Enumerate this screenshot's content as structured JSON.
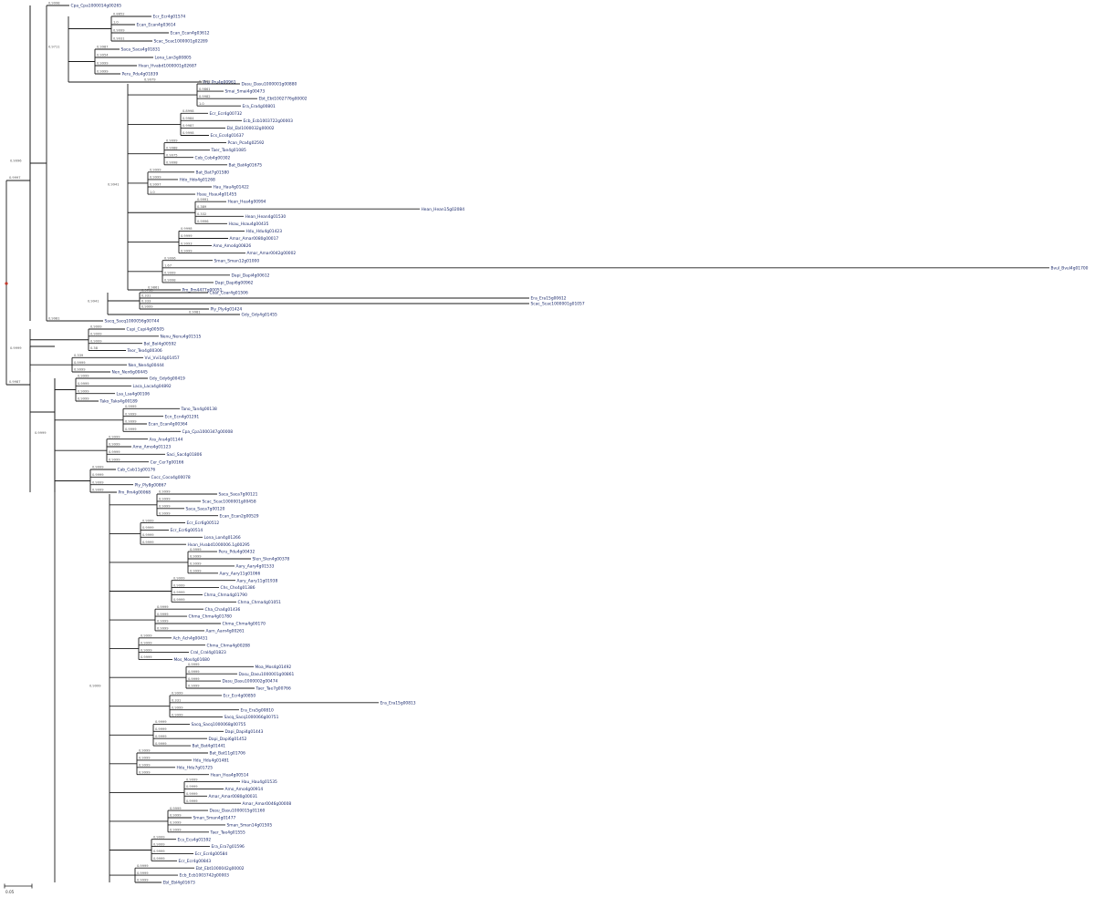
{
  "tree": {
    "line_color": "#1a1a1a",
    "leaf_color": "#1b2a6b",
    "support_color": "#555555",
    "root_marker_color": "#c0392b",
    "scale_bar_label": "0.05",
    "clades": [
      {
        "id": "c1",
        "support": "0.9996",
        "leaves": [
          {
            "label": "Cpa_Cpa1000014g00265",
            "support": "0.9998"
          },
          {
            "label": "Sacq_Sacq1000056g00744",
            "support": "0.9981"
          }
        ]
      },
      {
        "id": "c2",
        "support": "0.9711",
        "leaves": [
          {
            "label": "Ecr_Ecr4g01574",
            "support": "0.8852"
          },
          {
            "label": "Ecan_Ecan4g03614",
            "support": "1.0"
          },
          {
            "label": "Ecan_Ecan4g03612",
            "support": "0.9999"
          },
          {
            "label": "Scac_Scac1000001g02289",
            "support": "0.9931"
          },
          {
            "label": "Saca_Saca4g01831",
            "support": "0.9987"
          },
          {
            "label": "Lona_Lon3g00805",
            "support": "0.9954"
          },
          {
            "label": "Hvan_Hvabd1000001g02687",
            "support": "0.9999"
          },
          {
            "label": "Peru_Pdu4g01839",
            "support": "0.9999"
          },
          {
            "label": "Pru_Pru4g00961",
            "support": "0.9979"
          }
        ]
      },
      {
        "id": "c3",
        "support": "0.9941",
        "leaves": [
          {
            "label": "Dasu_Dasu1000001g00880",
            "support": "0.9968"
          },
          {
            "label": "Smai_Smai4g00473",
            "support": "0.9861"
          },
          {
            "label": "Ebt_Ebt1002776g00002",
            "support": "0.9982"
          },
          {
            "label": "Era_Era4g00801",
            "support": "1.0"
          },
          {
            "label": "Ecr_Ecr4g00732",
            "support": "0.8998"
          },
          {
            "label": "Ecb_Ecb1003722g00003",
            "support": "0.9984"
          },
          {
            "label": "Ebl_Ebl1000032g00002",
            "support": "0.9987"
          },
          {
            "label": "Ecs_Ecs4g01637",
            "support": "0.9998"
          },
          {
            "label": "Pcan_Pca4g02592",
            "support": "0.9999"
          },
          {
            "label": "Taer_Tae4g01085",
            "support": "0.9988"
          },
          {
            "label": "Cob_Cob4g00302",
            "support": "0.9975"
          },
          {
            "label": "Bat_Bat4g01675",
            "support": "0.9998"
          },
          {
            "label": "Bat_Bat7g01580",
            "support": "0.9999"
          },
          {
            "label": "Hdo_Hdo4g01268",
            "support": "0.9999"
          },
          {
            "label": "Hau_Hau4g01422",
            "support": "0.9997"
          },
          {
            "label": "Hsau_Hsau4g01455",
            "support": "1.0"
          },
          {
            "label": "Hean_Hea4g00994",
            "support": "0.9991"
          },
          {
            "label": "Hean_Hean15g02084",
            "support": "0.389"
          },
          {
            "label": "Hean_Hean4g01530",
            "support": "0.332"
          },
          {
            "label": "Hsau_Hsau4g00435",
            "support": "0.9996"
          },
          {
            "label": "Hdu_Hdu4g01423",
            "support": "0.9998"
          },
          {
            "label": "Amar_Amar0080g00017",
            "support": "0.9999"
          },
          {
            "label": "Amo_Amo4g00826",
            "support": "0.9993"
          },
          {
            "label": "Amar_Amar0042g00002",
            "support": "0.9999"
          },
          {
            "label": "Sman_Sman12g01000",
            "support": "0.9996"
          },
          {
            "label": "Bvul_Bvul4g01700",
            "support": "1.67"
          },
          {
            "label": "Dapi_Dapi4g00612",
            "support": "0.9999"
          },
          {
            "label": "Dapi_Dapi6g00962",
            "support": "0.9998"
          },
          {
            "label": "Pm_Pm4477g00051",
            "support": "0.9861"
          }
        ]
      },
      {
        "id": "c4",
        "support": "0.9941",
        "leaves": [
          {
            "label": "Coar_Coar4g01506",
            "support": "0.9758"
          },
          {
            "label": "Era_Era15g00612",
            "support": "0.331"
          },
          {
            "label": "Scac_Scac1000001g01057",
            "support": "0.333"
          },
          {
            "label": "Ply_Ply4g01424",
            "support": "0.9999"
          },
          {
            "label": "Gdy_Gdy4g01455",
            "support": "0.9981"
          }
        ]
      },
      {
        "id": "c5",
        "support": "0.9999",
        "leaves": [
          {
            "label": "Cupi_Cupi4g00505",
            "support": "0.9999"
          },
          {
            "label": "Nenu_Nenu4g01515",
            "support": "0.9999"
          },
          {
            "label": "Bol_Bol4g00592",
            "support": "0.9999"
          },
          {
            "label": "Teor_Teo4g00306",
            "support": "0.38"
          },
          {
            "label": "Vvi_Vvi14g01457",
            "support": "0.339"
          },
          {
            "label": "Nen_Nen4g00444",
            "support": "0.9999"
          },
          {
            "label": "Nen_Nen6g00445",
            "support": "0.9999"
          }
        ]
      },
      {
        "id": "c6",
        "support": "0.9999",
        "leaves": [
          {
            "label": "Gdy_Gdy6g00419",
            "support": "0.9999"
          },
          {
            "label": "Laca_Laca4g04892",
            "support": "0.9999"
          },
          {
            "label": "Lsa_Lsa4g00106",
            "support": "0.9999"
          },
          {
            "label": "Tako_Tako4g00189",
            "support": "0.9999"
          },
          {
            "label": "Tano_Tan4g00138",
            "support": "0.9999"
          },
          {
            "label": "Ecn_Ecn4g01291",
            "support": "0.9999"
          },
          {
            "label": "Ecan_Ecan4g00364",
            "support": "0.9999"
          },
          {
            "label": "Cpa_Cpa1000347g00008",
            "support": "0.9999"
          },
          {
            "label": "Ara_Ara4g01144",
            "support": "0.9999"
          },
          {
            "label": "Amo_Amo4g01123",
            "support": "0.9999"
          },
          {
            "label": "Saci_Sac4g01806",
            "support": "0.9999"
          },
          {
            "label": "Cer_Cer7g00166",
            "support": "0.9999"
          },
          {
            "label": "Cab_Cab11g00176",
            "support": "0.9999"
          },
          {
            "label": "Cocc_Coco4g00078",
            "support": "0.9999"
          },
          {
            "label": "Ply_Ply8g00867",
            "support": "0.9999"
          },
          {
            "label": "Pm_Pm4g00068",
            "support": "0.9999"
          }
        ]
      },
      {
        "id": "c7",
        "support": "0.9999",
        "leaves": [
          {
            "label": "Saca_Saca7g00121",
            "support": "0.9999"
          },
          {
            "label": "Scac_Scac1000001g00458",
            "support": "0.9999"
          },
          {
            "label": "Saca_Saca7g00120",
            "support": "0.9999"
          },
          {
            "label": "Ecan_Ecan2g00529",
            "support": "0.9999"
          },
          {
            "label": "Ecr_Ecr6g00512",
            "support": "0.9999"
          },
          {
            "label": "Ecr_Ecr6g00514",
            "support": "0.9999"
          },
          {
            "label": "Lona_Lon4g01266",
            "support": "0.9999"
          },
          {
            "label": "Hvan_Hvabd1000006.1g00295",
            "support": "0.9999"
          },
          {
            "label": "Peru_Pdu4g00432",
            "support": "0.9999"
          },
          {
            "label": "Slen_Slen4g00378",
            "support": "0.9999"
          },
          {
            "label": "Aary_Aary4g01533",
            "support": "0.9999"
          },
          {
            "label": "Aary_Aary11g01066",
            "support": "0.9999"
          },
          {
            "label": "Aary_Aary11g01938",
            "support": "0.9999"
          },
          {
            "label": "Chs_Chs4g01386",
            "support": "0.9999"
          },
          {
            "label": "Chma_Chma4g01790",
            "support": "0.9999"
          },
          {
            "label": "Chma_Chma4g01051",
            "support": "0.9999"
          },
          {
            "label": "Cha_Cha4g01436",
            "support": "0.9999"
          },
          {
            "label": "Chma_Chma4g01780",
            "support": "0.9999"
          },
          {
            "label": "Chma_Chma4g00170",
            "support": "0.9999"
          },
          {
            "label": "Aarn_Aarn4g00261",
            "support": "0.9999"
          },
          {
            "label": "Ach_Ach4g00431",
            "support": "0.9999"
          },
          {
            "label": "Chma_Chma4g00288",
            "support": "0.9999"
          },
          {
            "label": "Cral_Cral4g01823",
            "support": "0.9999"
          },
          {
            "label": "Mos_Mos4g01680",
            "support": "0.9999"
          },
          {
            "label": "Moa_Mos4g01492",
            "support": "0.9999"
          },
          {
            "label": "Dasu_Dasu1000001g00861",
            "support": "0.9999"
          },
          {
            "label": "Dasu_Dasu1000002g00474",
            "support": "0.9999"
          },
          {
            "label": "Taer_Tae7g00766",
            "support": "0.9999"
          },
          {
            "label": "Ecr_Ecr4g00850",
            "support": "0.9999"
          },
          {
            "label": "Era_Era15g00813",
            "support": "0.331"
          },
          {
            "label": "Era_Era5g00810",
            "support": "0.9999"
          },
          {
            "label": "Sacq_Sacq1000066g00751",
            "support": "0.9999"
          },
          {
            "label": "Sacq_Sacq1000068g00755",
            "support": "0.9999"
          },
          {
            "label": "Dapi_Dapi4g01443",
            "support": "0.9999"
          },
          {
            "label": "Dapi_Dapi6g01452",
            "support": "0.9999"
          },
          {
            "label": "Bat_Bat4g01441",
            "support": "0.9999"
          },
          {
            "label": "Bat_Bat11g01706",
            "support": "0.9999"
          },
          {
            "label": "Hdu_Hdu4g01481",
            "support": "0.9999"
          },
          {
            "label": "Hdu_Hdu7g01725",
            "support": "0.9999"
          },
          {
            "label": "Hean_Hea4g00514",
            "support": "0.9999"
          },
          {
            "label": "Hau_Hau4g01535",
            "support": "0.9999"
          },
          {
            "label": "Amo_Amo4g00914",
            "support": "0.9999"
          },
          {
            "label": "Amar_Amar0080g00031",
            "support": "0.9999"
          },
          {
            "label": "Amar_Amar0046g00008",
            "support": "0.9999"
          },
          {
            "label": "Dasu_Dasu1000015g01160",
            "support": "0.9999"
          },
          {
            "label": "Sman_Sman4g01477",
            "support": "0.9999"
          },
          {
            "label": "Sman_Sman14g01505",
            "support": "0.9999"
          },
          {
            "label": "Taer_Tae4g01555",
            "support": "0.9999"
          },
          {
            "label": "Ecs_Ecs4g01592",
            "support": "0.9999"
          },
          {
            "label": "Era_Era7g01596",
            "support": "0.9999"
          },
          {
            "label": "Ecr_Ecr4g00584",
            "support": "0.9999"
          },
          {
            "label": "Ecr_Ecr4g00843",
            "support": "0.9999"
          },
          {
            "label": "Ebt_Ebt1000042g00002",
            "support": "0.9999"
          },
          {
            "label": "Ecb_Ecb1003742g00003",
            "support": "0.9999"
          },
          {
            "label": "Ebl_Ebl4g01673",
            "support": "0.9999"
          }
        ]
      }
    ]
  }
}
